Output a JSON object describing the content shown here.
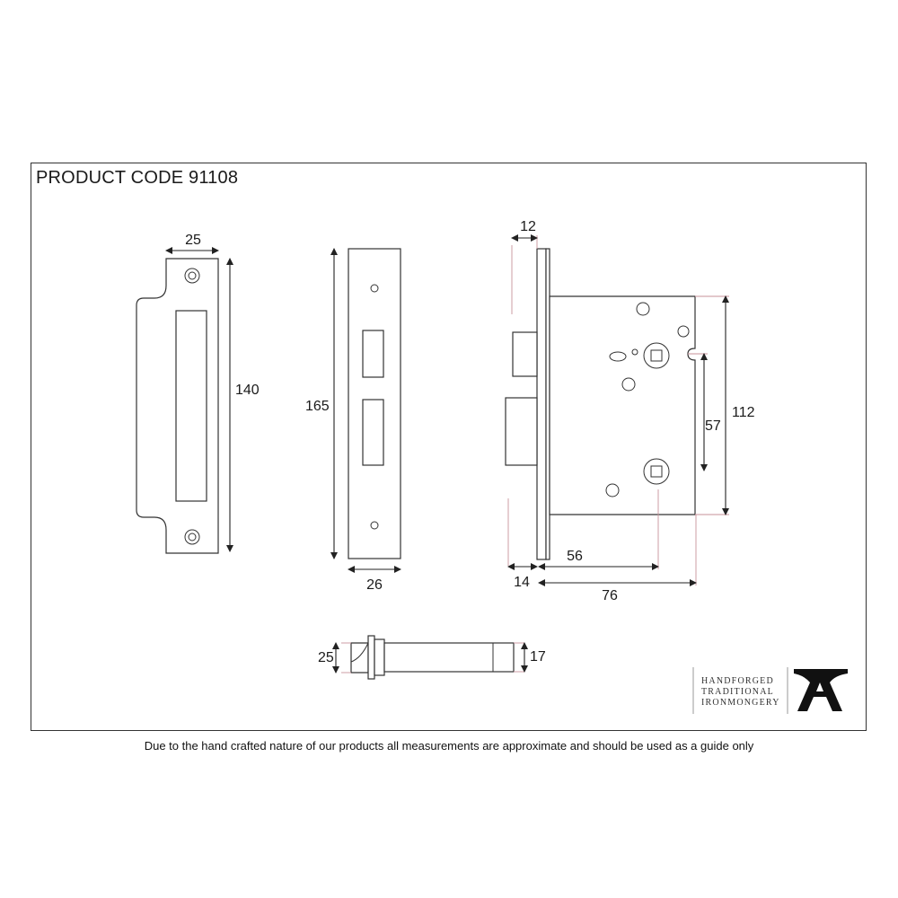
{
  "header": {
    "product_code": "PRODUCT CODE 91108"
  },
  "dimensions": {
    "striker_width": "25",
    "striker_height": "140",
    "forend_height": "165",
    "forend_width": "26",
    "backset_top": "12",
    "case_height": "112",
    "centres": "57",
    "spindle_backset": "56",
    "forend_offset": "14",
    "case_depth": "76",
    "bolt_head": "25",
    "bolt_diameter": "17"
  },
  "logo": {
    "line1": "HANDFORGED",
    "line2": "TRADITIONAL",
    "line3": "IRONMONGERY",
    "mark": "A"
  },
  "footer": {
    "disclaimer": "Due to the hand crafted nature of our products all measurements are approximate and should be used as a guide only"
  },
  "colors": {
    "line": "#333333",
    "extension": "#c7929a"
  }
}
